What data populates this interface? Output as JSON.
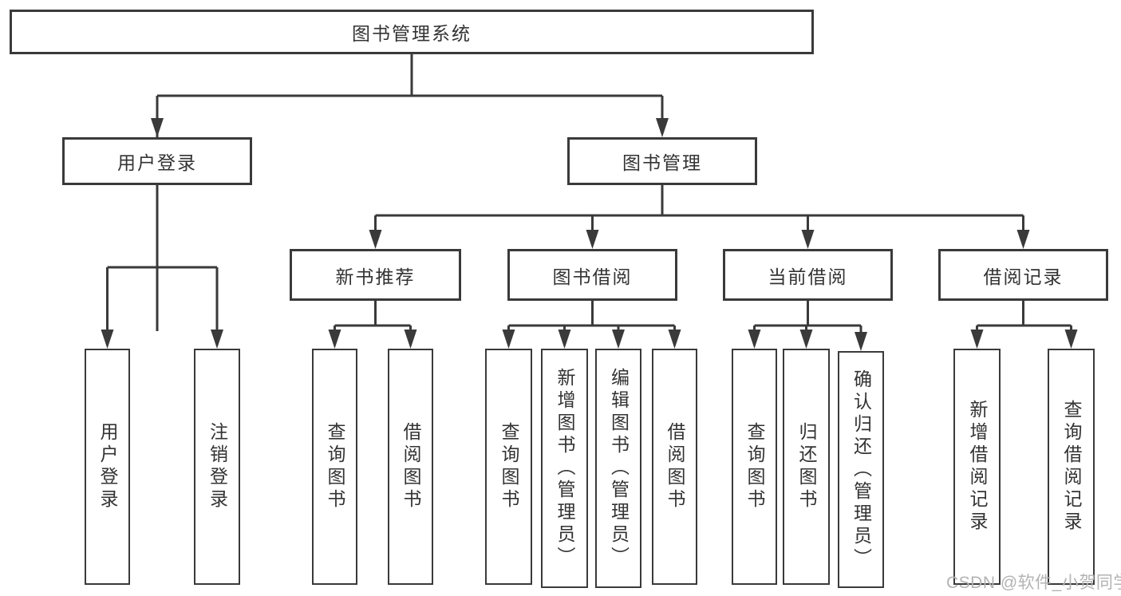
{
  "tree": {
    "label": "图书管理系统",
    "children": [
      {
        "label": "用户登录",
        "children": [
          {
            "label": "用户登录"
          },
          {
            "label": "注销登录"
          }
        ]
      },
      {
        "label": "图书管理",
        "children": [
          {
            "label": "新书推荐",
            "children": [
              {
                "label": "查询图书"
              },
              {
                "label": "借阅图书"
              }
            ]
          },
          {
            "label": "图书借阅",
            "children": [
              {
                "label": "查询图书"
              },
              {
                "label": "新增图书（管理员）"
              },
              {
                "label": "编辑图书（管理员）"
              },
              {
                "label": "借阅图书"
              }
            ]
          },
          {
            "label": "当前借阅",
            "children": [
              {
                "label": "查询图书"
              },
              {
                "label": "归还图书"
              },
              {
                "label": "确认归还（管理员）"
              }
            ]
          },
          {
            "label": "借阅记录",
            "children": [
              {
                "label": "新增借阅记录"
              },
              {
                "label": "查询借阅记录"
              }
            ]
          }
        ]
      }
    ]
  },
  "watermark": "CSDN @软件_小贺同学",
  "colors": {
    "line": "#3a3a3a",
    "text": "#333333",
    "watermark": "#b3b3b3",
    "background": "#ffffff"
  }
}
